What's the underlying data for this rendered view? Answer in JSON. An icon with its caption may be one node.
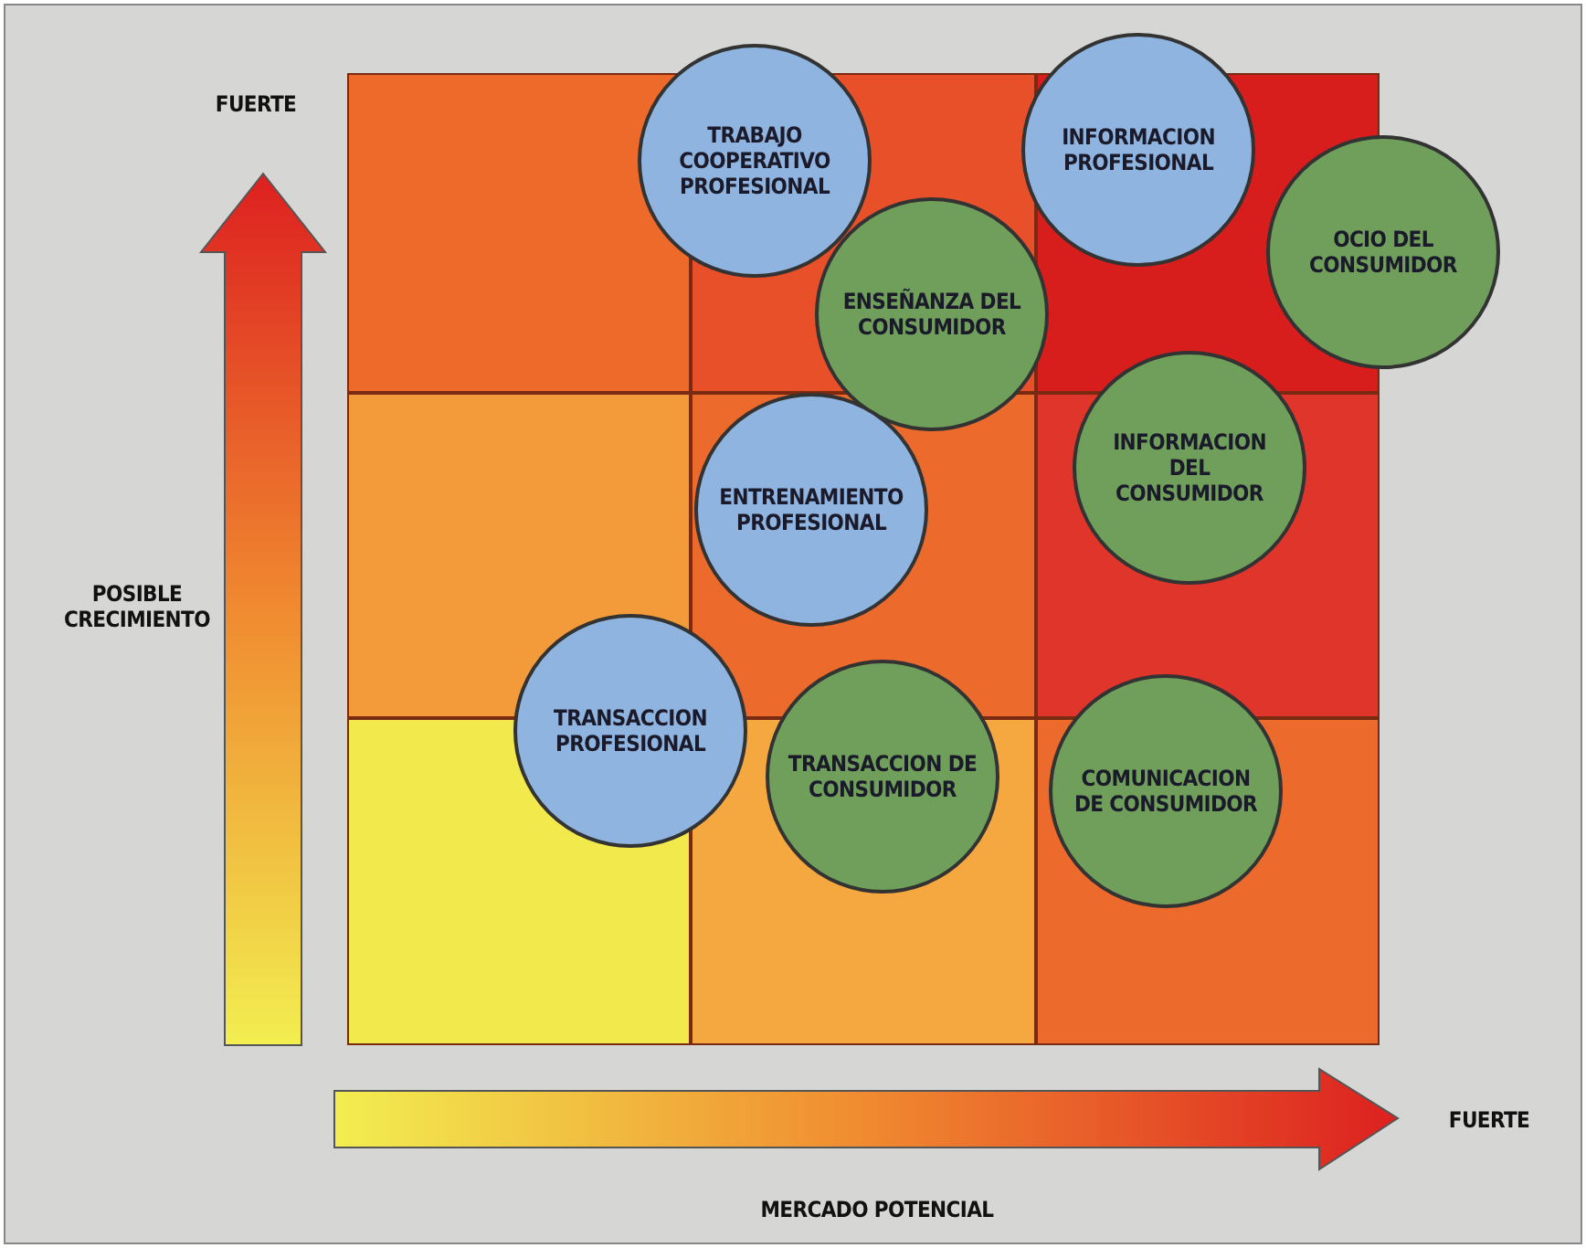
{
  "diagram": {
    "nodes": [
      {
        "text": [
          "TRABAJO COOPERATIVO PROFESIONAL"
        ]
      },
      {
        "text": [
          "INFORMACION PROFESIONAL"
        ]
      },
      {
        "text": [
          "ENSEÑANZA DEL CONSUMIDOR"
        ]
      },
      {
        "text": [
          "OCIO DEL CONSUMIDOR"
        ]
      },
      {
        "text": [
          "INFORMACION DEL CONSUMIDOR"
        ]
      },
      {
        "text": [
          "ENTRENAMIENTO PROFESIONAL"
        ]
      },
      {
        "text": [
          "TRANSACCION PROFESIONAL"
        ]
      },
      {
        "text": [
          "TRANSACCION DE CONSUMIDOR"
        ]
      },
      {
        "text": [
          "COMUNICACION DE CONSUMIDOR"
        ]
      }
    ],
    "labels": [
      "FUERTE",
      "POSIBLE CRECIMIENTO",
      "FUERTE",
      "MERCADO POTENCIAL"
    ]
  }
}
